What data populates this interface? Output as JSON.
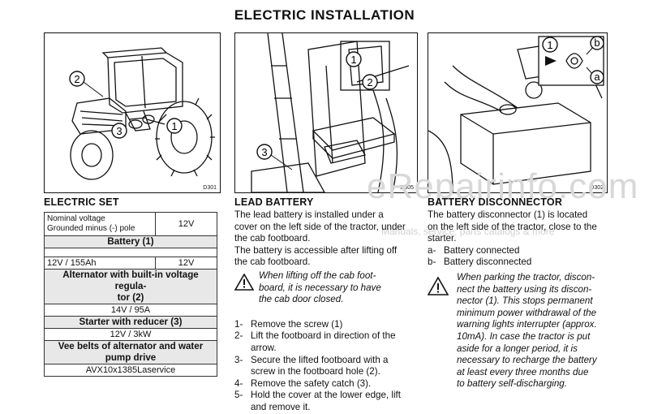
{
  "page": {
    "title": "ELECTRIC INSTALLATION",
    "watermark": "eRepairinfo.com",
    "watermark_small": "Manuals, service, parts catalogs & more"
  },
  "figures": {
    "fig1_code": "D301",
    "fig1_callouts": [
      "2",
      "1",
      "3"
    ],
    "fig2_code": "D305",
    "fig2_callouts": [
      "1",
      "2",
      "3"
    ],
    "fig3_code": "D302",
    "fig3_callouts": [
      "1",
      "b",
      "a"
    ]
  },
  "electric_set": {
    "heading": "ELECTRIC SET",
    "row1_label_a": "Nominal voltage",
    "row1_label_b": "Grounded minus (-) pole",
    "row1_value": "12V",
    "battery_heading": "Battery (1)",
    "battery_value_left": "12V / 155Ah",
    "battery_value_right": "12V",
    "alternator_heading_a": "Alternator with built-in voltage regula-",
    "alternator_heading_b": "tor (2)",
    "alternator_value": "14V / 95A",
    "starter_heading": "Starter with reducer (3)",
    "starter_value": "12V / 3kW",
    "belts_heading_a": "Vee belts of alternator and water",
    "belts_heading_b": "pump drive",
    "belts_value": "AVX10x1385Laservice"
  },
  "lead_battery": {
    "heading": "LEAD BATTERY",
    "p1": [
      "The lead battery is installed under a",
      "cover on the left side of the tractor, under",
      "the cab footboard."
    ],
    "p2": [
      "The battery is accessible after lifting off",
      "the cab footboard."
    ],
    "warning": [
      "When lifting off the cab foot-",
      "board, it is necessary to have",
      "the cab door closed."
    ],
    "steps": [
      {
        "n": "1-",
        "lines": [
          "Remove the screw (1)"
        ]
      },
      {
        "n": "2-",
        "lines": [
          "Lift the footboard in direction of the",
          "arrow."
        ]
      },
      {
        "n": "3-",
        "lines": [
          "Secure the lifted footboard with a",
          "screw in the footboard hole (2)."
        ]
      },
      {
        "n": "4-",
        "lines": [
          "Remove the safety catch (3)."
        ]
      },
      {
        "n": "5-",
        "lines": [
          "Hold the cover at the lower edge, lift",
          "and remove it."
        ]
      }
    ]
  },
  "battery_disconnector": {
    "heading": "BATTERY DISCONNECTOR",
    "p1": [
      "The battery disconnector (1) is located",
      "on the left side of the tractor, close to the",
      "starter."
    ],
    "items": [
      {
        "n": "a-",
        "text": "Battery connected"
      },
      {
        "n": "b-",
        "text": "Battery disconnected"
      }
    ],
    "warning": [
      "When parking the tractor, discon-",
      "nect the battery using its discon-",
      "nector (1). This stops permanent",
      "minimum power withdrawal of the",
      "warning lights interrupter (approx.",
      "10mA). In case the tractor is put",
      "aside for a longer period, it is",
      "necessary to recharge the battery",
      "at least every three months due",
      "to battery self-discharging."
    ]
  }
}
